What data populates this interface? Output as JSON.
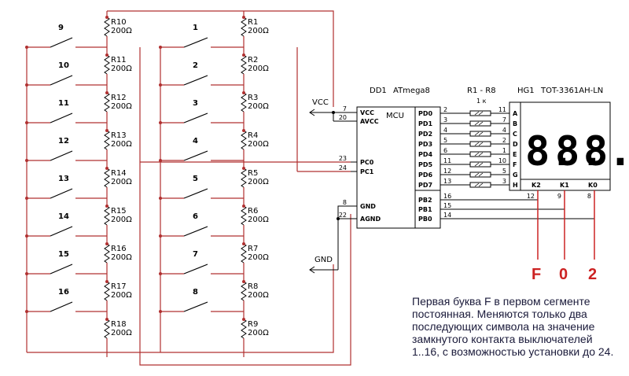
{
  "colors": {
    "wire": "#b03030",
    "line": "#000000",
    "red": "#cc2222"
  },
  "switches": {
    "left": [
      "9",
      "10",
      "11",
      "12",
      "13",
      "14",
      "15",
      "16"
    ],
    "right": [
      "1",
      "2",
      "3",
      "4",
      "5",
      "6",
      "7",
      "8"
    ]
  },
  "resistors": {
    "left": [
      "R10",
      "R11",
      "R12",
      "R13",
      "R14",
      "R15",
      "R16",
      "R17",
      "R18"
    ],
    "right": [
      "R1",
      "R2",
      "R3",
      "R4",
      "R5",
      "R6",
      "R7",
      "R8",
      "R9"
    ],
    "value": "200Ω"
  },
  "power": {
    "vcc": "VCC",
    "gnd": "GND"
  },
  "mcu": {
    "ref": "DD1",
    "part": "ATmega8",
    "block": "MCU",
    "left_pins": [
      {
        "num": "7",
        "name": "VCC"
      },
      {
        "num": "20",
        "name": "AVCC"
      },
      {
        "num": "23",
        "name": "PC0"
      },
      {
        "num": "24",
        "name": "PC1"
      },
      {
        "num": "8",
        "name": "GND"
      },
      {
        "num": "22",
        "name": "AGND"
      }
    ],
    "right_pins": [
      {
        "num": "2",
        "name": "PD0"
      },
      {
        "num": "3",
        "name": "PD1"
      },
      {
        "num": "4",
        "name": "PD2"
      },
      {
        "num": "5",
        "name": "PD3"
      },
      {
        "num": "6",
        "name": "PD4"
      },
      {
        "num": "11",
        "name": "PD5"
      },
      {
        "num": "12",
        "name": "PD6"
      },
      {
        "num": "13",
        "name": "PD7"
      },
      {
        "num": "16",
        "name": "PB2"
      },
      {
        "num": "15",
        "name": "PB1"
      },
      {
        "num": "14",
        "name": "PB0"
      }
    ]
  },
  "res_array": {
    "ref": "R1 - R8",
    "value": "1 к",
    "out_pins": [
      "11",
      "7",
      "4",
      "2",
      "1",
      "10",
      "5",
      "3"
    ]
  },
  "display": {
    "ref": "HG1",
    "part": "TOT-3361AH-LN",
    "segments": [
      "A",
      "B",
      "C",
      "D",
      "E",
      "F",
      "G",
      "H"
    ],
    "digits": [
      "8.",
      "8.",
      "8."
    ],
    "commons": [
      "K2",
      "K1",
      "K0"
    ],
    "common_pins": [
      "12",
      "9",
      "8"
    ]
  },
  "chars": [
    "F",
    "0",
    "2"
  ],
  "note": [
    "Первая буква F в первом сегменте",
    "постоянная. Меняются только два",
    "последующих символа на значение",
    "замкнутого контакта выключателей",
    "1..16, с возможностью установки до 24."
  ]
}
